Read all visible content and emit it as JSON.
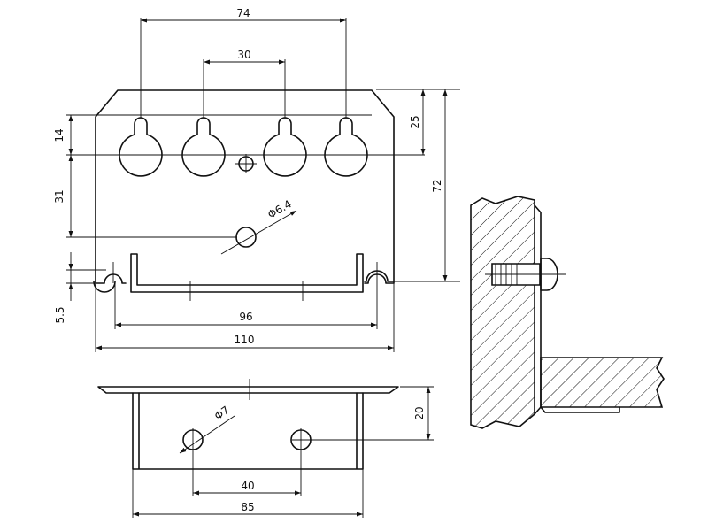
{
  "drawing": {
    "dimensions": {
      "d74": "74",
      "d30": "30",
      "d14": "14",
      "d25": "25",
      "d31": "31",
      "d72": "72",
      "d64": "Φ6.4",
      "d55": "5.5",
      "d96": "96",
      "d110": "110",
      "d7": "Φ7",
      "d20": "20",
      "d40": "40",
      "d85": "85"
    }
  }
}
